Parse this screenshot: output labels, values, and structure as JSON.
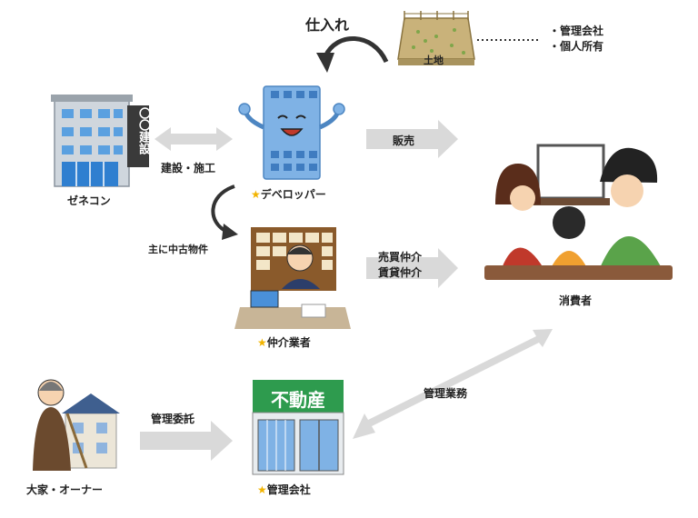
{
  "labels": {
    "purchase": "仕入れ",
    "land": "土地",
    "general_contractor": "ゼネコン",
    "building_sign": "〇〇建設",
    "construction": "建設・施工",
    "developer": "デベロッパー",
    "sales": "販売",
    "mainly_used": "主に中古物件",
    "brokerage_sale": "売買仲介",
    "brokerage_rent": "賃貸仲介",
    "consumer": "消費者",
    "broker": "仲介業者",
    "management_work": "管理業務",
    "owner": "大家・オーナー",
    "management_consignment": "管理委託",
    "management_company": "管理会社",
    "realestate_sign": "不動産",
    "star": "★"
  },
  "land_owners": [
    "・管理会社",
    "・個人所有"
  ],
  "colors": {
    "arrow_gray": "#d9d9d9",
    "star_yellow": "#f2b400",
    "green": "#2e9b4e",
    "building_blue": "#7fb2e5"
  }
}
